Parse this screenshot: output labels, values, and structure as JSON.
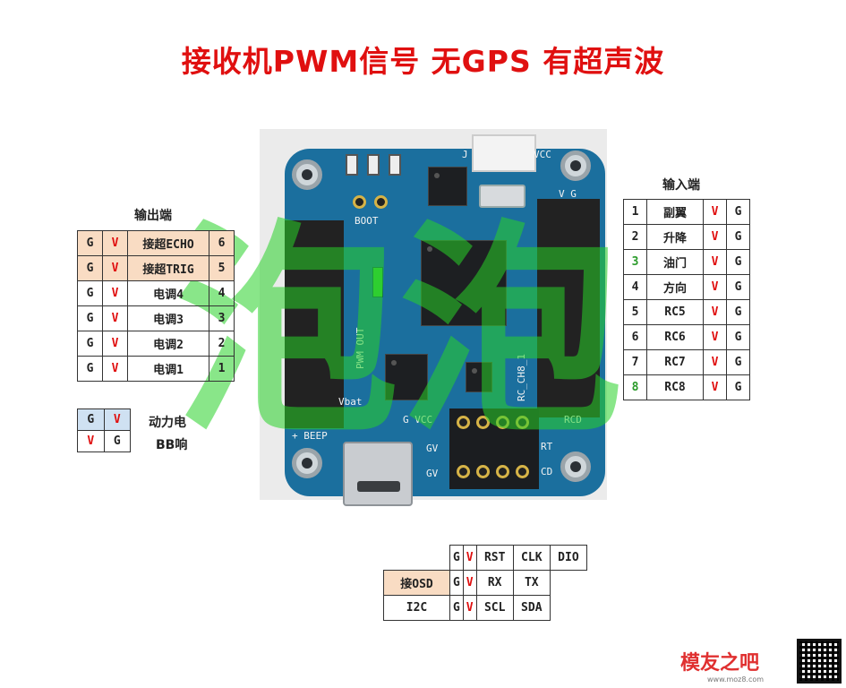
{
  "title": "接收机PWM信号  无GPS  有超声波",
  "output_table": {
    "caption": "输出端",
    "rows": [
      {
        "g": "G",
        "v": "V",
        "name": "接超ECHO",
        "num": "6",
        "highlight": true
      },
      {
        "g": "G",
        "v": "V",
        "name": "接超TRIG",
        "num": "5",
        "highlight": true
      },
      {
        "g": "G",
        "v": "V",
        "name": "电调4",
        "num": "4",
        "highlight": false
      },
      {
        "g": "G",
        "v": "V",
        "name": "电调3",
        "num": "3",
        "highlight": false
      },
      {
        "g": "G",
        "v": "V",
        "name": "电调2",
        "num": "2",
        "highlight": false
      },
      {
        "g": "G",
        "v": "V",
        "name": "电调1",
        "num": "1",
        "highlight": false
      }
    ]
  },
  "power_table": {
    "row1": {
      "c1": "G",
      "c2": "V",
      "label": "动力电"
    },
    "row2": {
      "c1": "V",
      "c2": "G",
      "label": "BB响"
    }
  },
  "input_table": {
    "caption": "输入端",
    "rows": [
      {
        "num": "1",
        "name": "副翼",
        "v": "V",
        "g": "G"
      },
      {
        "num": "2",
        "name": "升降",
        "v": "V",
        "g": "G"
      },
      {
        "num": "3",
        "name": "油门",
        "v": "V",
        "g": "G"
      },
      {
        "num": "4",
        "name": "方向",
        "v": "V",
        "g": "G"
      },
      {
        "num": "5",
        "name": "RC5",
        "v": "V",
        "g": "G"
      },
      {
        "num": "6",
        "name": "RC6",
        "v": "V",
        "g": "G"
      },
      {
        "num": "7",
        "name": "RC7",
        "v": "V",
        "g": "G"
      },
      {
        "num": "8",
        "name": "RC8",
        "v": "V",
        "g": "G"
      }
    ]
  },
  "bottom_table": {
    "header": [
      "G",
      "V",
      "RST",
      "CLK",
      "DIO"
    ],
    "rows": [
      {
        "label": "接OSD",
        "cells": [
          "G",
          "V",
          "RX",
          "TX"
        ]
      },
      {
        "label": "I2C",
        "cells": [
          "G",
          "V",
          "SCL",
          "SDA"
        ]
      }
    ]
  },
  "board_labels": {
    "boot": "BOOT",
    "vcc_top": "VCC",
    "j_top": "J",
    "v_g": "V  G",
    "pwm_out": "PWM OUT",
    "rc_ch": "RC_CH8_1",
    "vbat": "Vbat",
    "beep": "+ BEEP",
    "gvcc": "G VCC",
    "rcd": "RCD",
    "rt": "RT",
    "cd": "CD",
    "gv1": "GV",
    "gv2": "GV"
  },
  "watermark": "泡泡",
  "logo": {
    "text": "模友之吧",
    "sub": "www.moz8.com"
  }
}
